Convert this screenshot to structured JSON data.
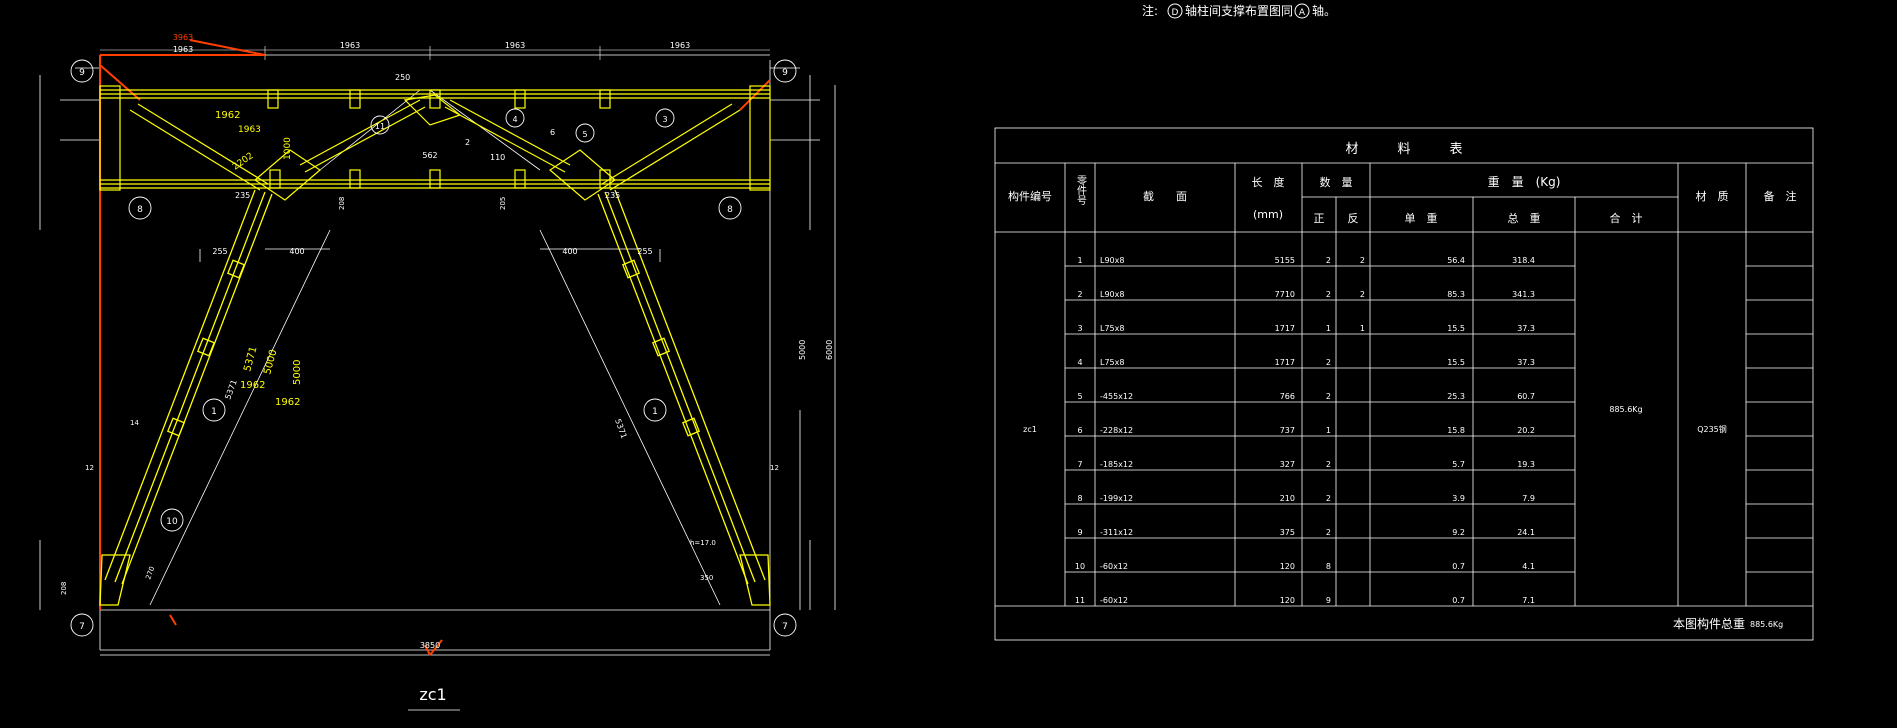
{
  "note": {
    "prefix": "注:",
    "axis_d": "D",
    "text1": "轴柱间支撑布置图同",
    "axis_a": "A",
    "text2": "轴。"
  },
  "drawing": {
    "label": "zc1",
    "bubbles": {
      "b9": "9",
      "b8": "8",
      "b7": "7",
      "b10": "10",
      "b1": "1",
      "b2": "2",
      "b3": "3",
      "b4": "4",
      "b5": "5",
      "b6": "6",
      "b11": "11"
    },
    "dims": {
      "top_red": "3963",
      "top_sub": "1963",
      "top_left": "1963",
      "top_right": "1963",
      "top_small": "1963",
      "right_total": "6000",
      "right_mid": "5000",
      "bottom_red": "3850",
      "d255": "255",
      "d400": "400",
      "d235": "235",
      "d270": "270",
      "d350": "350",
      "d208": "208",
      "d205": "205",
      "d4": "4",
      "d1962": "1962",
      "d1963b": "1963",
      "d2202": "2202",
      "d1000": "1000",
      "d5000": "5000",
      "d5371": "5371",
      "d562": "562",
      "d250": "250",
      "d110": "110",
      "d12": "12",
      "d14": "14",
      "weld": "h=17.0"
    }
  },
  "table": {
    "title": "材　　　料　　　表",
    "headers": {
      "member_no": "构件编号",
      "part_no": "零件号",
      "section": "截　　面",
      "length": "长　度",
      "length_unit": "(mm)",
      "quantity": "数　量",
      "qty_front": "正",
      "qty_back": "反",
      "weight": "重　量　(Kg)",
      "unit_weight": "单　重",
      "total_weight": "总　重",
      "sum": "合　计",
      "material": "材　质",
      "remark": "备　注"
    },
    "member": "zc1",
    "sum_value": "885.6Kg",
    "material_value": "Q235钢",
    "rows": [
      {
        "part": "1",
        "section": "L90x8",
        "length": "5155",
        "front": "2",
        "back": "2",
        "unit": "56.4",
        "total": "318.4"
      },
      {
        "part": "2",
        "section": "L90x8",
        "length": "7710",
        "front": "2",
        "back": "2",
        "unit": "85.3",
        "total": "341.3"
      },
      {
        "part": "3",
        "section": "L75x8",
        "length": "1717",
        "front": "1",
        "back": "1",
        "unit": "15.5",
        "total": "37.3"
      },
      {
        "part": "4",
        "section": "L75x8",
        "length": "1717",
        "front": "2",
        "back": "",
        "unit": "15.5",
        "total": "37.3"
      },
      {
        "part": "5",
        "section": "-455x12",
        "length": "766",
        "front": "2",
        "back": "",
        "unit": "25.3",
        "total": "60.7"
      },
      {
        "part": "6",
        "section": "-228x12",
        "length": "737",
        "front": "1",
        "back": "",
        "unit": "15.8",
        "total": "20.2"
      },
      {
        "part": "7",
        "section": "-185x12",
        "length": "327",
        "front": "2",
        "back": "",
        "unit": "5.7",
        "total": "19.3"
      },
      {
        "part": "8",
        "section": "-199x12",
        "length": "210",
        "front": "2",
        "back": "",
        "unit": "3.9",
        "total": "7.9"
      },
      {
        "part": "9",
        "section": "-311x12",
        "length": "375",
        "front": "2",
        "back": "",
        "unit": "9.2",
        "total": "24.1"
      },
      {
        "part": "10",
        "section": "-60x12",
        "length": "120",
        "front": "8",
        "back": "",
        "unit": "0.7",
        "total": "4.1"
      },
      {
        "part": "11",
        "section": "-60x12",
        "length": "120",
        "front": "9",
        "back": "",
        "unit": "0.7",
        "total": "7.1"
      }
    ],
    "footer_label": "本图构件总重",
    "footer_value": "885.6Kg"
  },
  "colors": {
    "background": "#000000",
    "line": "#ffffff",
    "steel": "#ffff00",
    "highlight": "#ff4000"
  }
}
